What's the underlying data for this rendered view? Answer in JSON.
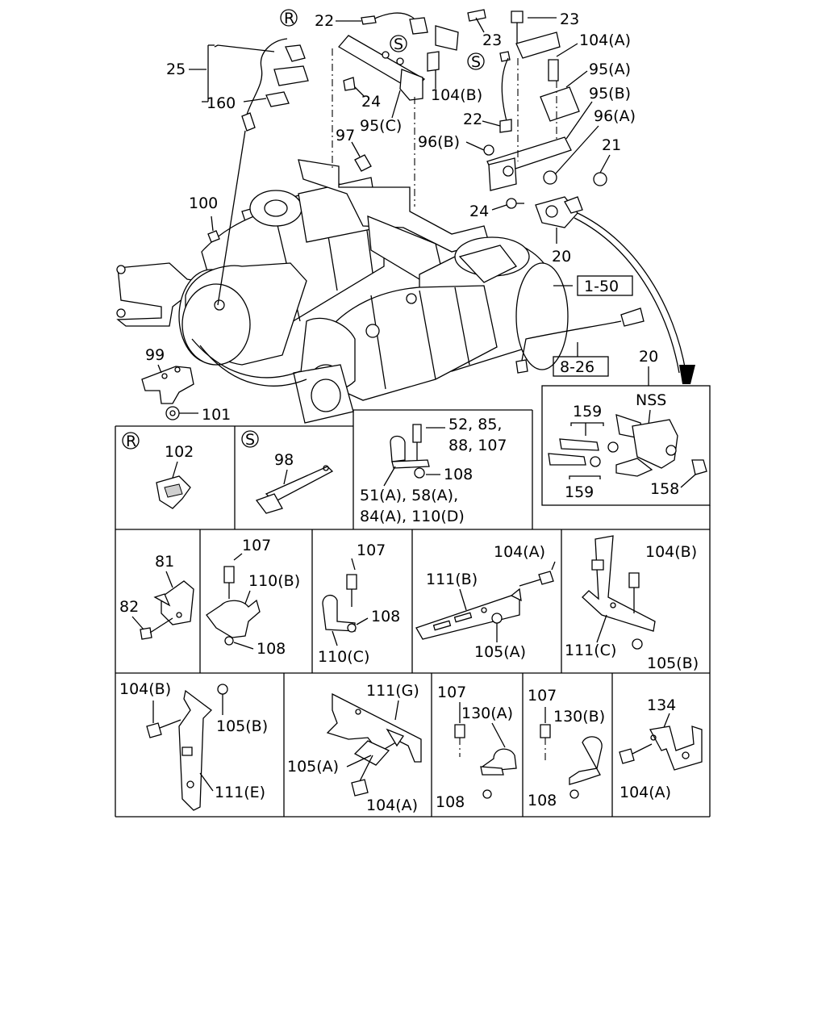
{
  "diagram": {
    "callouts": {
      "c22a": "22",
      "c23a": "23",
      "c23b": "23",
      "c104a_top": "104(A)",
      "c25": "25",
      "c160": "160",
      "c24a": "24",
      "c104b_top": "104(B)",
      "c95a": "95(A)",
      "c95b": "95(B)",
      "c96a": "96(A)",
      "c22b": "22",
      "c95c": "95(C)",
      "c97": "97",
      "c96b": "96(B)",
      "c21": "21",
      "c24b": "24",
      "c100": "100",
      "c20a": "20",
      "c99": "99",
      "c101": "101",
      "c20b": "20",
      "cNSS": "NSS",
      "c159a": "159",
      "c159b": "159",
      "c158": "158"
    },
    "refs": {
      "r150": "1-50",
      "r826": "8-26"
    },
    "marks": {
      "mR": "R",
      "mS1": "S",
      "mS2": "S"
    },
    "panels": {
      "rpanel": {
        "mark": "R",
        "label": "102"
      },
      "spanel": {
        "mark": "S",
        "label": "98"
      },
      "clamp": {
        "l1": "52, 85,",
        "l2": "88, 107",
        "l3": "108",
        "l4": "51(A), 58(A),",
        "l5": "84(A), 110(D)"
      },
      "p81": {
        "a": "81",
        "b": "82"
      },
      "p110b": {
        "a": "107",
        "b": "110(B)",
        "c": "108"
      },
      "p110c": {
        "a": "107",
        "b": "108",
        "c": "110(C)"
      },
      "p111b": {
        "a": "104(A)",
        "b": "111(B)",
        "c": "105(A)"
      },
      "p111c": {
        "a": "104(B)",
        "b": "111(C)",
        "c": "105(B)"
      },
      "p111e": {
        "a": "104(B)",
        "b": "105(B)",
        "c": "111(E)"
      },
      "p111g": {
        "a": "111(G)",
        "b": "105(A)",
        "c": "104(A)"
      },
      "p130a": {
        "a": "107",
        "b": "130(A)",
        "c": "108"
      },
      "p130b": {
        "a": "107",
        "b": "130(B)",
        "c": "108"
      },
      "p134": {
        "a": "134",
        "b": "104(A)"
      }
    }
  }
}
